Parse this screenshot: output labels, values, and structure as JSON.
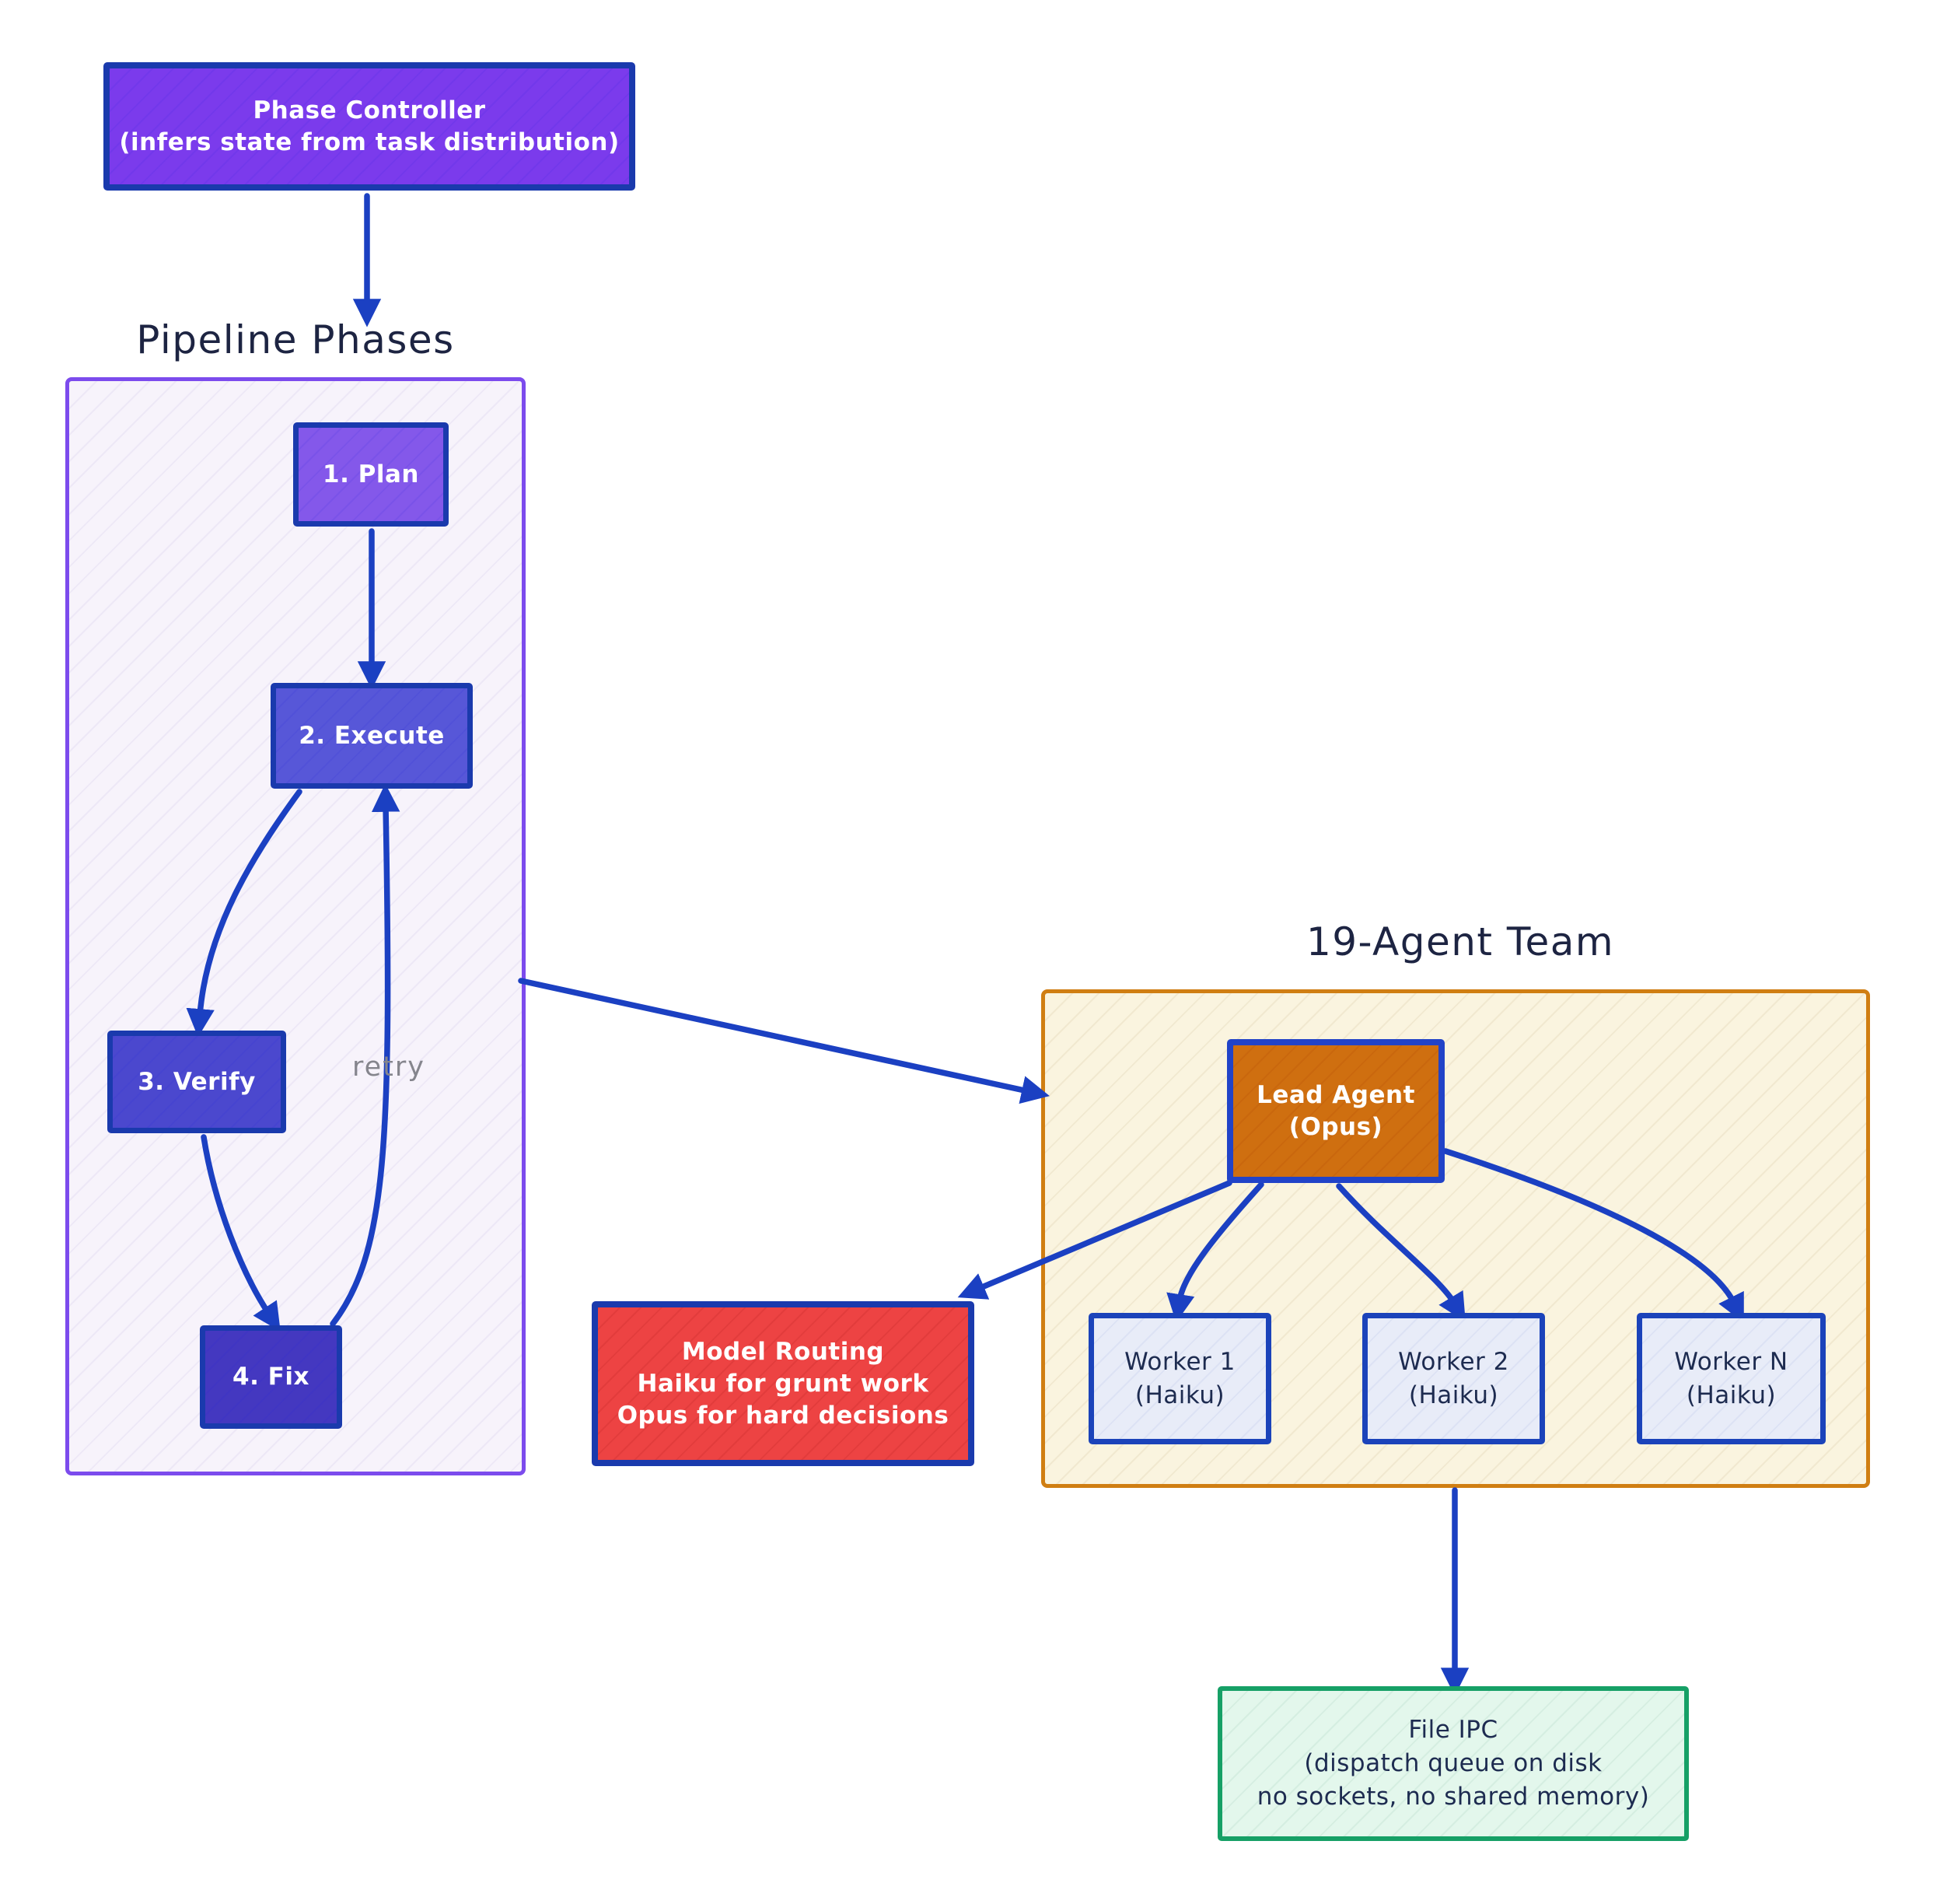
{
  "colors": {
    "canvas_bg": "#ffffff",
    "arrow_blue": "#1b40c2",
    "ink_title": "#1d2442",
    "ink_dark": "#1d2b50",
    "retry_gray": "#85858d",
    "text_light": "#ffffff",
    "phase_fill": "#7b3bec",
    "blue_border": "#1a3aad",
    "pipeline_fill": "#f7f3fb",
    "pipeline_border": "#7c4bed",
    "plan_fill": "#8458ea",
    "execute_fill": "#5757d8",
    "verify_fill": "#4b48ce",
    "fix_fill": "#4438c0",
    "team_fill": "#faf4df",
    "team_border": "#d07e12",
    "lead_fill": "#cf6f10",
    "lead_border": "#2143c8",
    "worker_fill": "#e8ecf8",
    "worker_border": "#1b43ba",
    "routing_fill": "#ed4343",
    "ipc_fill": "#e3f7ec",
    "ipc_border": "#16a066"
  },
  "phase_controller": {
    "title": "Phase Controller",
    "subtitle": "(infers state from task distribution)"
  },
  "pipeline": {
    "title": "Pipeline Phases",
    "steps": [
      "1. Plan",
      "2. Execute",
      "3. Verify",
      "4. Fix"
    ],
    "retry_label": "retry"
  },
  "team": {
    "title": "19-Agent Team",
    "lead": {
      "name": "Lead Agent",
      "model": "(Opus)"
    },
    "workers": [
      {
        "name": "Worker 1",
        "model": "(Haiku)"
      },
      {
        "name": "Worker 2",
        "model": "(Haiku)"
      },
      {
        "name": "Worker N",
        "model": "(Haiku)"
      }
    ]
  },
  "model_routing": {
    "line1": "Model Routing",
    "line2": "Haiku for grunt work",
    "line3": "Opus for hard decisions"
  },
  "file_ipc": {
    "line1": "File IPC",
    "line2": "(dispatch queue on disk",
    "line3": "no sockets, no shared memory)"
  }
}
